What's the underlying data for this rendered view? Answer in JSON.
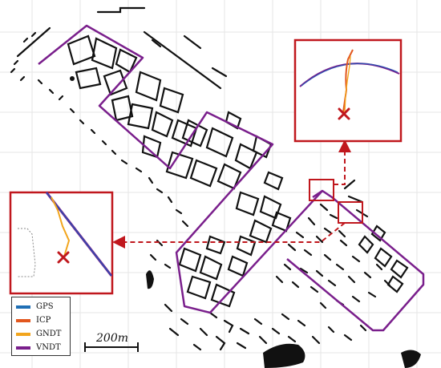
{
  "legend": {
    "items": [
      {
        "label": "GPS",
        "color": "#1f6fb5"
      },
      {
        "label": "ICP",
        "color": "#e2571e"
      },
      {
        "label": "GNDT",
        "color": "#f2a51d"
      },
      {
        "label": "VNDT",
        "color": "#7a1f8c"
      }
    ]
  },
  "scale_bar": {
    "label": "200m"
  },
  "colors": {
    "inset_frame": "#c0171d",
    "route": "#7a1f8c",
    "gps": "#2b4fb0",
    "icp": "#e2571e",
    "gndt": "#f2a51d",
    "marker": "#c0171d",
    "buildings": "#111111",
    "grid": "#e6e6e6"
  },
  "icons": {
    "start_marker": "red-cross-marker"
  }
}
